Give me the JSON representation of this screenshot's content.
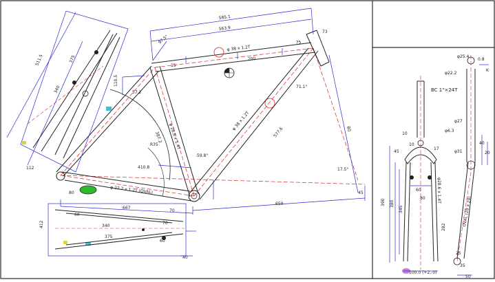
{
  "frame_dims": {
    "top_tube_outer": "585.1",
    "top_tube_inner": "563.9",
    "top_tube_tube": "φ 38 x 1.2T",
    "seat_tube_tube": "φ 28.6 x 1.4T",
    "down_tube_tube": "φ 38 x 1.2T",
    "chainstay_tube": "φ 22.2 x 1.2T (OVAL)",
    "wheelbase": "650",
    "chainstay_len": "410.8",
    "chainstay_end": "667",
    "seatstay_len": "511.5",
    "seatstay_inner": "340",
    "seatstay_mid": "375",
    "rear_spacing": "112",
    "head_angle": "97.5°",
    "seat_angle": "71.1°",
    "bb_angle": "59.8°",
    "angle_small": "17.5°",
    "ht_len": "110.5",
    "ht_top": "70",
    "ht_inner": "60",
    "tt_slot_a": "200",
    "tt_slot_b": "75",
    "tt_slot_c": "15",
    "tt_top_right": "73",
    "seat_r": "R35",
    "st_len": "387.2",
    "dt_len": "577.6",
    "bb_width": "45",
    "drop": "80",
    "cs_a": "60",
    "cs_b": "70",
    "cs_c": "40",
    "cs_d": "375",
    "cs_e": "340",
    "cs_f": "80",
    "cs_g": "412",
    "stay_w": "57.2"
  },
  "fork_dims": {
    "steerer": "φ25.4",
    "crown_race": "φ22.2",
    "steerer_thread": "BC 1\"×24T",
    "top_cap": "0.8",
    "K": "K",
    "fork_len_total": "390",
    "fork_len_blade": "380",
    "fork_len_inner": "345",
    "crown_w": "60",
    "crown_h": "10",
    "fork_tube": "φ28.6 x 1.4T",
    "fork_oval": "OVAL (28 x 20)",
    "crown_d": "φ27",
    "dim_63": "φ6.3",
    "dim_31": "φ31",
    "dim_40": "40",
    "dim_20": "20",
    "dim_80": "80",
    "dim_100": "100.0 (+2,-0)",
    "dim_50": "50",
    "dim_25": "25",
    "dim_35": "35",
    "dim_10": "10",
    "dim_282": "282",
    "rake": "45",
    "dim_17": "17"
  }
}
